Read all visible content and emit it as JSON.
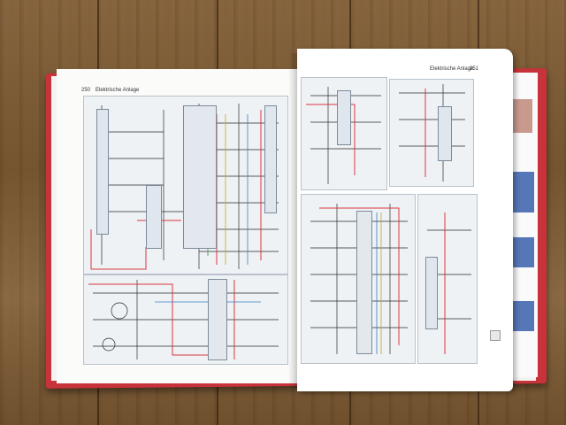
{
  "scene": {
    "description_free": true,
    "colors": {
      "wood": "#7a5a38",
      "cover": "#c8323a",
      "page": "#ffffff",
      "wire_red": "#d9363e",
      "wire_dark": "#2a2a2a",
      "diagram_bg": "#eef2f5",
      "tab_blue": "#5577b8"
    }
  },
  "left_page": {
    "page_number": "250",
    "section_title": "Elektrische Anlage"
  },
  "right_page": {
    "section_title": "Elektrische Anlage",
    "page_number": "251"
  }
}
